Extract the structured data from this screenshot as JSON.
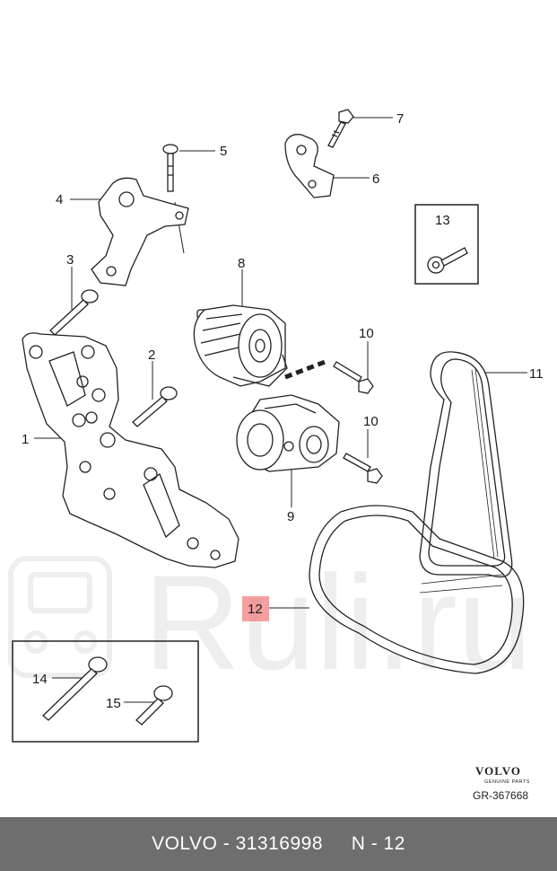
{
  "labels": {
    "p1": "1",
    "p2": "2",
    "p3": "3",
    "p4": "4",
    "p5": "5",
    "p6": "6",
    "p7": "7",
    "p8": "8",
    "p9": "9",
    "p10a": "10",
    "p10b": "10",
    "p11": "11",
    "p12": "12",
    "p13": "13",
    "p14": "14",
    "p15": "15"
  },
  "brand": {
    "name": "VOLVO",
    "subtitle": "GENUINE PARTS",
    "ref": "GR-367668"
  },
  "watermark": "Ruli.ru",
  "footer": {
    "make": "VOLVO",
    "sep1": " - ",
    "part_no": "31316998",
    "gap": "     ",
    "diagram_ref": "N - 12"
  },
  "colors": {
    "footer_bg": "#6e6e6e",
    "highlight": "#f08080",
    "ink": "#1a1a1a"
  }
}
